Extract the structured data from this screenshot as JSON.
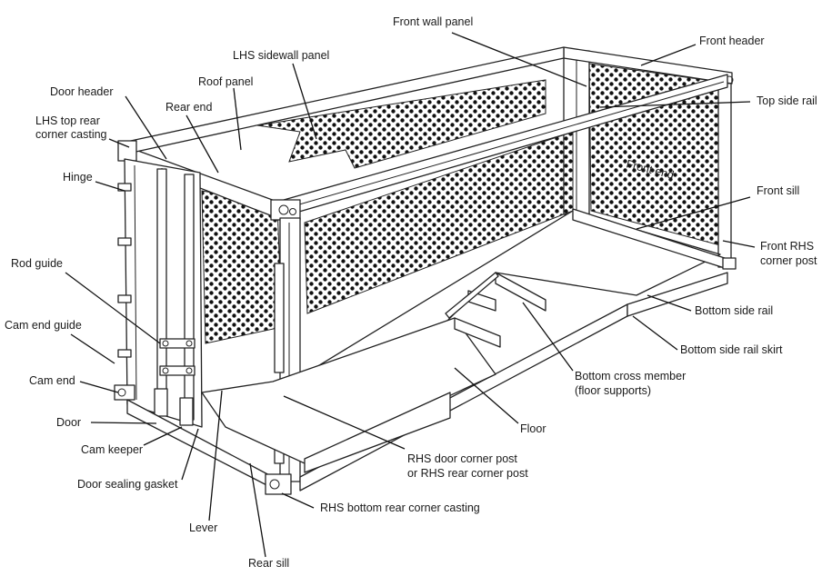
{
  "labels": {
    "front_wall_panel": "Front wall panel",
    "front_header": "Front header",
    "lhs_sidewall_panel": "LHS sidewall panel",
    "roof_panel": "Roof panel",
    "door_header": "Door header",
    "top_side_rail": "Top side rail",
    "rear_end": "Rear end",
    "lhs_top_rear_corner_casting_1": "LHS top rear",
    "lhs_top_rear_corner_casting_2": "corner casting",
    "hinge": "Hinge",
    "front_end": "Front end",
    "front_sill": "Front sill",
    "front_rhs_corner_post_1": "Front RHS",
    "front_rhs_corner_post_2": "corner post",
    "rod_guide": "Rod guide",
    "bottom_side_rail": "Bottom side rail",
    "cam_end_guide": "Cam end guide",
    "bottom_side_rail_skirt": "Bottom side rail skirt",
    "cam_end": "Cam end",
    "bottom_cross_member_1": "Bottom cross member",
    "bottom_cross_member_2": "(floor supports)",
    "door": "Door",
    "floor": "Floor",
    "cam_keeper": "Cam keeper",
    "rhs_door_corner_post_1": "RHS door corner post",
    "rhs_door_corner_post_2": "or RHS rear corner post",
    "door_sealing_gasket": "Door sealing gasket",
    "rhs_bottom_rear_corner_casting": "RHS bottom rear corner casting",
    "lever": "Lever",
    "rear_sill": "Rear sill"
  },
  "colors": {
    "line": "#222222",
    "text": "#1a1a1a",
    "background": "#ffffff"
  }
}
